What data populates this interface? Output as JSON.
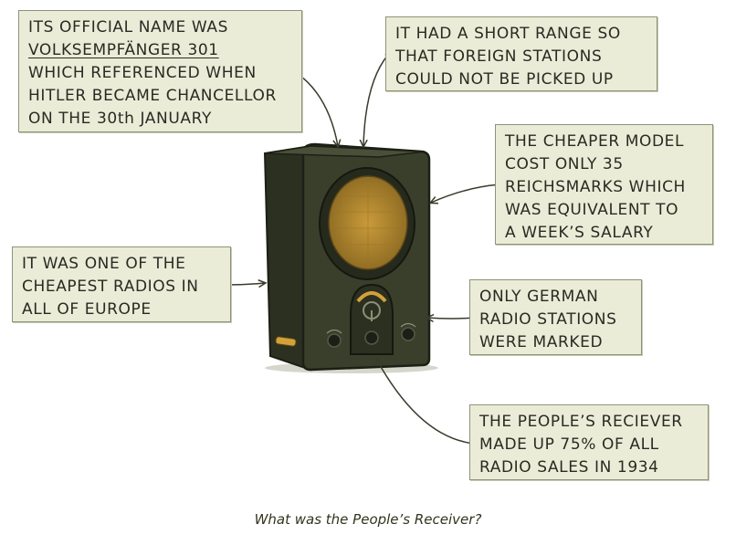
{
  "diagram": {
    "caption": "What was the People’s Receiver?",
    "subject": "radio-illustration",
    "callouts": [
      {
        "id": "official-name",
        "lines": [
          "ITS OFFICIAL NAME WAS",
          "VOLKSEMPFÄNGER 301",
          "WHICH REFERENCED WHEN",
          "HITLER BECAME CHANCELLOR",
          "ON THE 30th JANUARY"
        ],
        "underlined_line": 1
      },
      {
        "id": "short-range",
        "lines": [
          "IT HAD A SHORT RANGE SO",
          "THAT FOREIGN STATIONS",
          "COULD NOT BE PICKED UP"
        ]
      },
      {
        "id": "cheaper-model",
        "lines": [
          "THE CHEAPER MODEL",
          "COST ONLY 35",
          "REICHSMARKS WHICH",
          "WAS EQUIVALENT TO",
          "A WEEK’S SALARY"
        ]
      },
      {
        "id": "cheapest-radios",
        "lines": [
          "IT WAS ONE OF THE",
          "CHEAPEST RADIOS IN",
          "ALL OF EUROPE"
        ]
      },
      {
        "id": "german-stations",
        "lines": [
          "ONLY GERMAN",
          "RADIO STATIONS",
          "WERE MARKED"
        ]
      },
      {
        "id": "sales-share",
        "lines": [
          "THE PEOPLE’S RECIEVER",
          "MADE UP 75% OF ALL",
          "RADIO SALES IN 1934"
        ]
      }
    ],
    "colors": {
      "note_bg": "#ebecd8",
      "note_border": "#8f9278",
      "radio_body": "#3a3f2c",
      "radio_dark": "#262a1c",
      "speaker_cloth": "#b68b2e",
      "dial_accent": "#d2a13a"
    }
  }
}
